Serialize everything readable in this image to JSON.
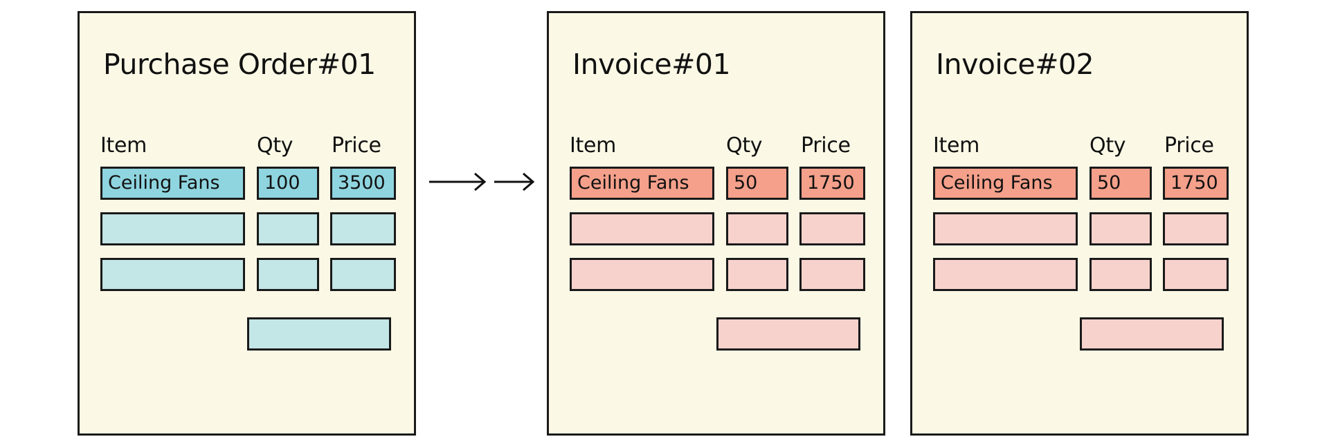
{
  "colors": {
    "paper": "#fbf9e6",
    "po_active": "#8fd5df",
    "po_empty": "#c3e6e6",
    "inv_active": "#f4a08b",
    "inv_empty": "#f7d2cc"
  },
  "documents": [
    {
      "title": "Purchase Order#01",
      "headers": {
        "item": "Item",
        "qty": "Qty",
        "price": "Price"
      },
      "row": {
        "item": "Ceiling Fans",
        "qty": "100",
        "price": "3500"
      }
    },
    {
      "title": "Invoice#01",
      "headers": {
        "item": "Item",
        "qty": "Qty",
        "price": "Price"
      },
      "row": {
        "item": "Ceiling Fans",
        "qty": "50",
        "price": "1750"
      }
    },
    {
      "title": "Invoice#02",
      "headers": {
        "item": "Item",
        "qty": "Qty",
        "price": "Price"
      },
      "row": {
        "item": "Ceiling Fans",
        "qty": "50",
        "price": "1750"
      }
    }
  ]
}
